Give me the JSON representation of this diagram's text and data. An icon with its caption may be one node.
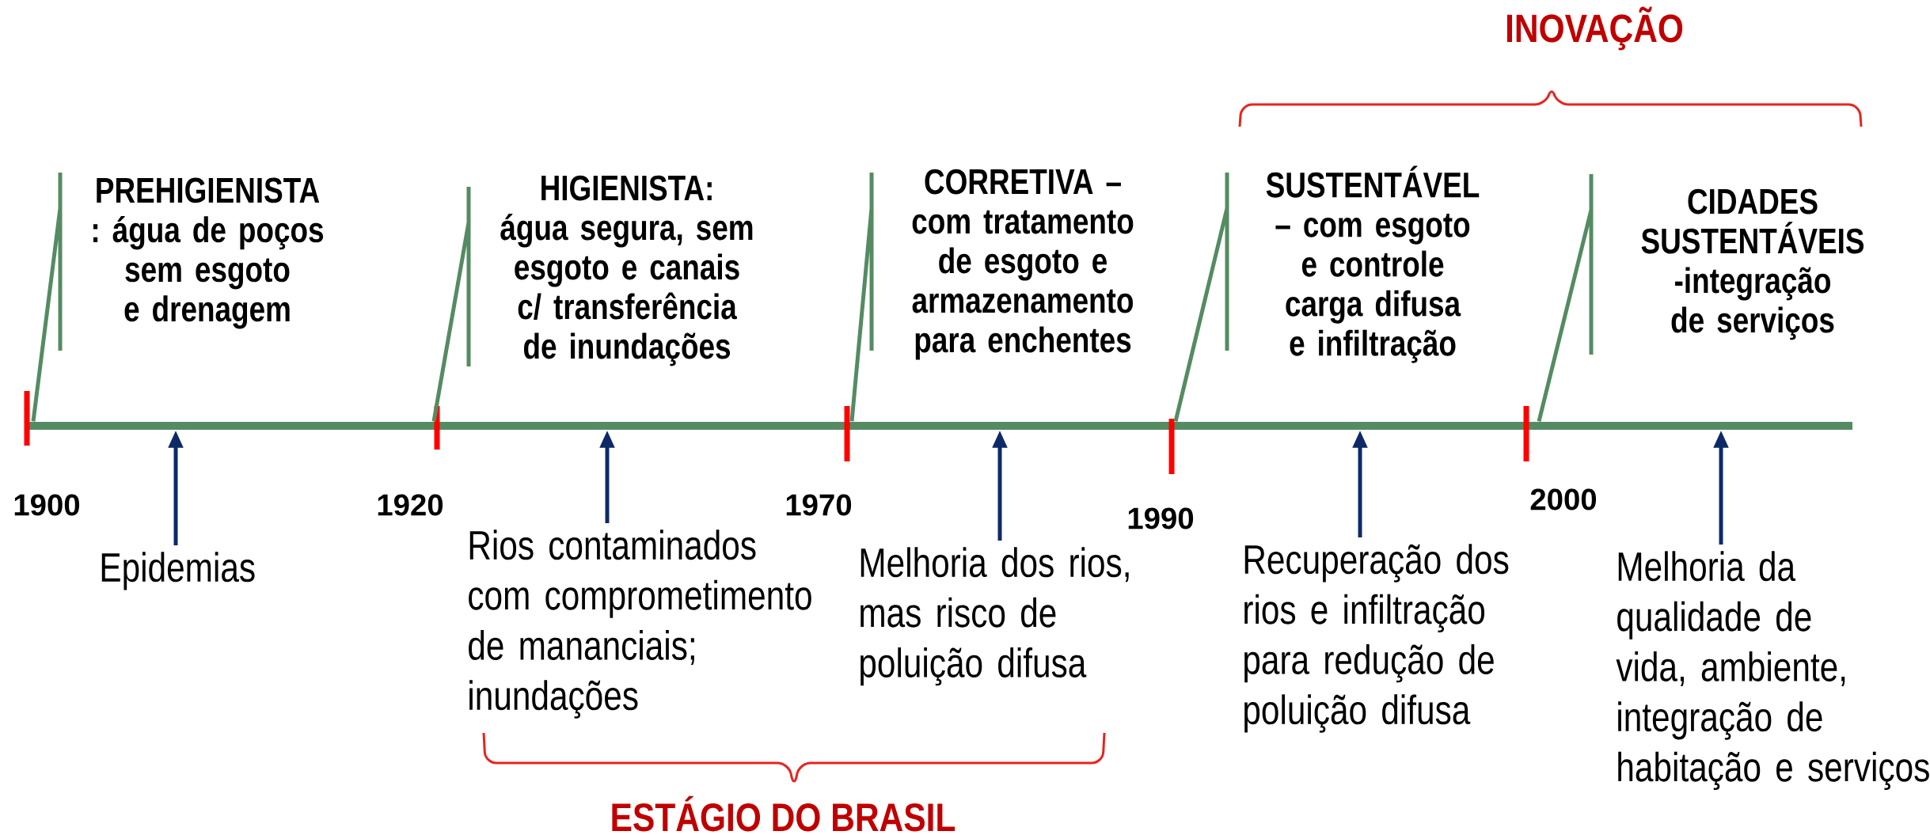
{
  "diagram": {
    "nodes": [
      {
        "text": [
          "PREHIGIENISTA : água de poços sem esgoto e drenagem"
        ]
      },
      {
        "text": [
          "HIGIENISTA: água segura, sem esgoto e canais c/ transferência de inundações"
        ]
      },
      {
        "text": [
          "CORRETIVA – com tratamento de esgoto e armazenamento para enchentes"
        ]
      },
      {
        "text": [
          "SUSTENTÁVEL – com esgoto e controle carga difusa e infiltração"
        ]
      },
      {
        "text": [
          "CIDADES SUSTENTÁVEIS -integração de serviços"
        ]
      },
      {
        "text": [],
        "shape": "bar"
      },
      {
        "text": [
          "Epidemias"
        ]
      },
      {
        "text": [
          "Rios contaminados com comprometimento de mananciais; inundações"
        ]
      },
      {
        "text": [
          "Melhoria dos rios, mas risco de poluição difusa"
        ]
      },
      {
        "text": [
          "Recuperação dos rios e infiltração para redução de poluição difusa"
        ]
      },
      {
        "text": [
          "Melhoria da qualidade de vida, ambiente, integração de habitação e serviços"
        ]
      }
    ],
    "edges": [
      {
        "from": 0,
        "to": 5,
        "arrow": "none",
        "color": "#558b62"
      },
      {
        "from": 1,
        "to": 5,
        "arrow": "none",
        "color": "#558b62"
      },
      {
        "from": 2,
        "to": 5,
        "arrow": "none",
        "color": "#558b62"
      },
      {
        "from": 3,
        "to": 5,
        "arrow": "none",
        "color": "#558b62"
      },
      {
        "from": 4,
        "to": 5,
        "arrow": "none",
        "color": "#558b62"
      },
      {
        "from": 6,
        "to": 5,
        "arrow": "to",
        "color": "#0d2a66"
      },
      {
        "from": 7,
        "to": 5,
        "arrow": "to",
        "color": "#0d2a66"
      },
      {
        "from": 8,
        "to": 5,
        "arrow": "to",
        "color": "#0d2a66"
      },
      {
        "from": 9,
        "to": 5,
        "arrow": "to",
        "color": "#0d2a66"
      },
      {
        "from": 10,
        "to": 5,
        "arrow": "to",
        "color": "#0d2a66"
      }
    ],
    "labels": [
      "INOVAÇÃO",
      "1900",
      "1920",
      "1970",
      "1990",
      "2000",
      "ESTÁGIO DO BRASIL"
    ]
  }
}
